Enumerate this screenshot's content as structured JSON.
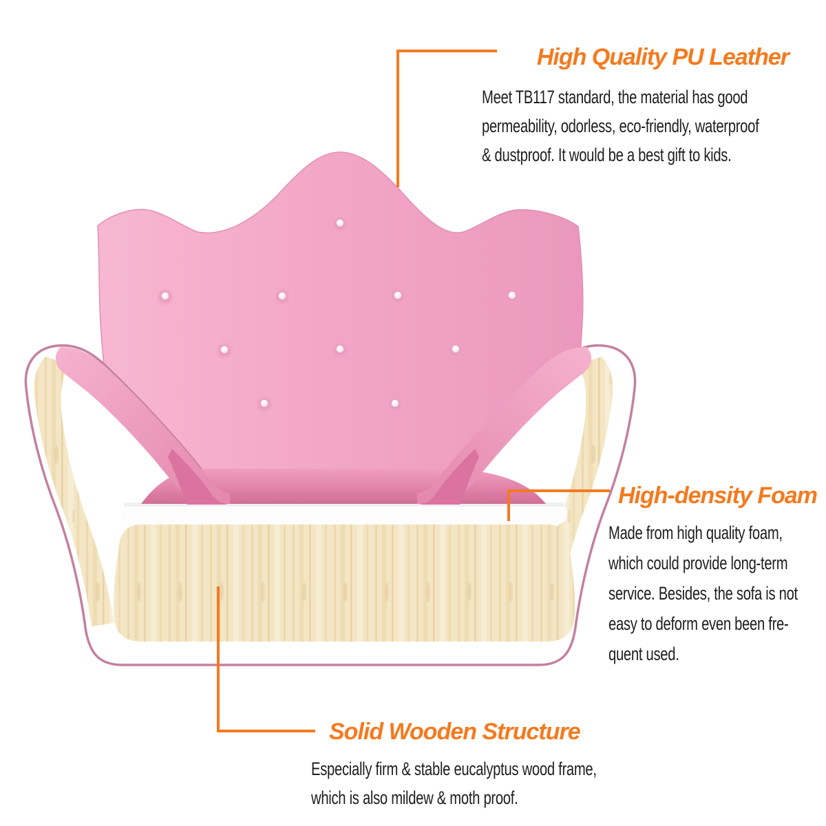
{
  "image_type": "annotated product infographic",
  "product": {
    "illustration": "kids princess crown-shaped sofa armchair",
    "parts": {
      "backrest": "crown-shaped tufted PU leather backrest with 10 crystal buttons",
      "armrests": "flared white armrests with wood inlay band and pink tops",
      "seat": "pink high-density foam seat",
      "base": "solid wood front panel with white trim and pink edge"
    }
  },
  "annotations": {
    "pu_leather": {
      "title": "High Quality PU Leather",
      "lines": [
        "Meet TB117 standard, the material has good",
        "permeability, odorless, eco-friendly, waterproof",
        "& dustproof. It would be a best gift to kids."
      ]
    },
    "foam": {
      "title": "High-density Foam",
      "lines": [
        "Made from high quality foam,",
        "which could provide long-term",
        "service. Besides, the sofa is not",
        "easy to deform even been fre-",
        "quent used."
      ]
    },
    "wood": {
      "title": "Solid Wooden Structure",
      "lines": [
        "Especially firm & stable eucalyptus wood frame,",
        "which is also mildew & moth proof."
      ]
    }
  },
  "colors": {
    "accent_orange": "#F47A1F",
    "body_text": "#1E1E1E",
    "leather_pink_light": "#F7B7D1",
    "leather_pink": "#F3A7C7",
    "leather_pink_deep": "#EC98BE",
    "seat_pink_dark": "#D06E96",
    "arm_pink": "#E487AF",
    "trim_white": "#FFFFFF",
    "wood_light": "#F4E6C4",
    "wood_grain": "#E3CB9B",
    "edge_mauve": "#C4809F",
    "background": "#FFFFFF"
  }
}
